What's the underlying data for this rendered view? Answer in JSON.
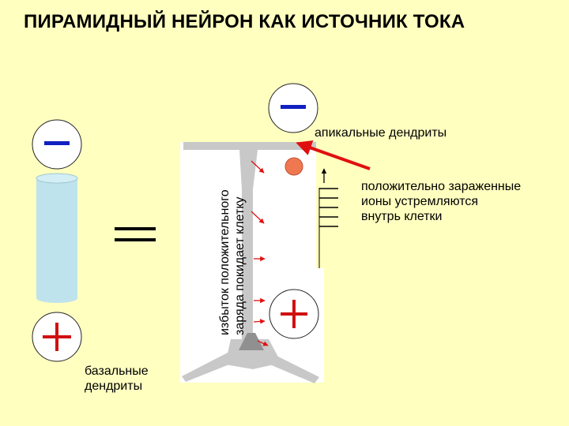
{
  "title": "ПИРАМИДНЫЙ НЕЙРОН КАК ИСТОЧНИК ТОКА",
  "apical_label": "апикальные дендриты",
  "basal_label_line1": "базальные",
  "basal_label_line2": "дендриты",
  "outflow_label_line1": "избыток положительного",
  "outflow_label_line2": "заряда покидает клетку",
  "ions_label_line1": "положительно зараженные",
  "ions_label_line2": "ионы устремляются",
  "ions_label_line3": "внутрь клетки",
  "colors": {
    "background": "#FFFFC0",
    "negative_sign": "#1020C0",
    "positive_sign": "#D01010",
    "cylinder": "#BFE3EC",
    "neuron": "#C8C8C8",
    "ion": "#F07850",
    "arrow": "#E01010"
  }
}
